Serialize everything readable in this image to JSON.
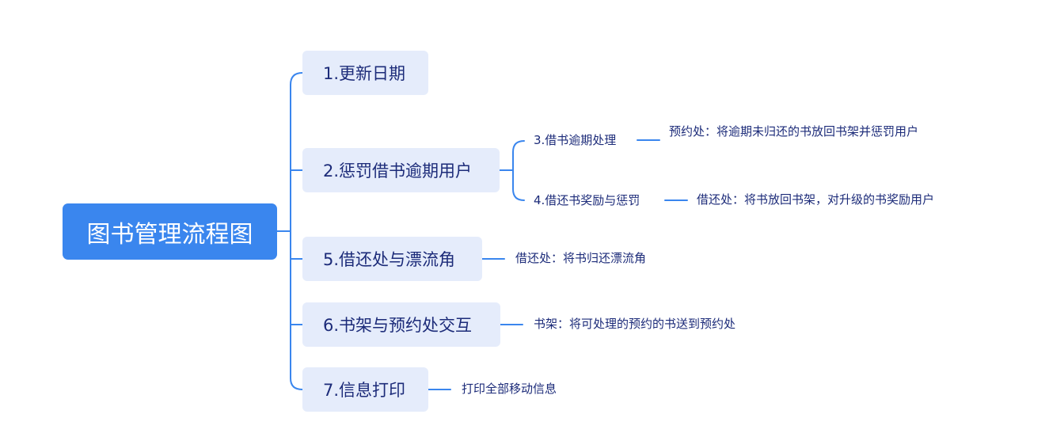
{
  "root": {
    "label": "图书管理流程图"
  },
  "branches": [
    {
      "label": "1.更新日期"
    },
    {
      "label": "2.惩罚借书逾期用户",
      "children": [
        {
          "label": "3.借书逾期处理",
          "note": "预约处：将逾期未归还的书放回书架并惩罚用户"
        },
        {
          "label": "4.借还书奖励与惩罚",
          "note": "借还处：将书放回书架，对升级的书奖励用户"
        }
      ]
    },
    {
      "label": "5.借还处与漂流角",
      "note": "借还处：将书归还漂流角"
    },
    {
      "label": "6.书架与预约处交互",
      "note": "书架：将可处理的预约的书送到预约处"
    },
    {
      "label": "7.信息打印",
      "note": "打印全部移动信息"
    }
  ],
  "colors": {
    "root_fill": "#3a86ee",
    "branch_fill": "#e5ecfb",
    "connector": "#3a86ee",
    "text": "#1c2b79"
  }
}
